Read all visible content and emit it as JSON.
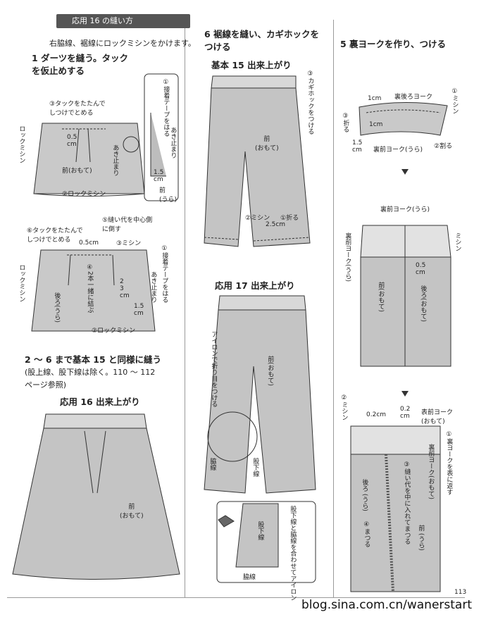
{
  "col1": {
    "tag": "応用 16 の縫い方",
    "intro": "右脇線、裾線にロックミシンをかけます。",
    "step1_line1": "1 ダーツを縫う。タック",
    "step1_line2": "を仮止めする",
    "fig1": {
      "tuck_note": "③タックをたたんで\nしつけでとめる",
      "lock": "ロックミシン",
      "dim": "0.5\ncm",
      "front": "前(おもて)",
      "akidome": "あき止まり",
      "lock2": "②ロックミシン",
      "tape": "①接着テープをはる",
      "akidome2": "あき止まり",
      "dim2": "1.5\ncm",
      "front_ura": "前\n(うら)"
    },
    "fig2": {
      "tuck_note": "⑥タックをたたんで\nしつけでとめる",
      "seam_note": "⑤縫い代を中心側\nに倒す",
      "dim1": "0.5cm",
      "mishin": "③ミシン",
      "lock": "ロックミシン",
      "both_ends": "④2本一緒に結ぶ",
      "dim2": "2\n3\ncm",
      "back": "後ろ(うら)",
      "tape": "①接着テープをはる",
      "akidome": "あき止まり",
      "dim3": "1.5\ncm",
      "lock2": "②ロックミシン"
    },
    "para2_line1": "2 ～ 6 まで基本 15 と同様に縫う",
    "para2_line2": "(股上線、股下線は除く。110 ～ 112",
    "para2_line3": "ページ参照)",
    "finished_title": "応用 16 出来上がり",
    "finished_front": "前\n(おもて)"
  },
  "col2": {
    "step6_line1": "6 裾線を縫い、カギホックを",
    "step6_line2": "つける",
    "basic_title": "基本 15 出来上がり",
    "hook": "③カギホックをつける",
    "front": "前\n(おもて)",
    "mishin": "②ミシン",
    "fold": "①折る",
    "dim": "2.5cm",
    "app17_title": "応用 17 出来上がり",
    "iron": "アイロンで折り目をつける",
    "front2": "前(おもて)",
    "side": "脇線",
    "inseam": "股下線",
    "inset_inseam": "股下線",
    "inset_note": "股下線と脇線を合わせてアイロン",
    "inset_side": "脇線"
  },
  "col3": {
    "step5": "5 裏ヨークを作り、つける",
    "fig1": {
      "cm1": "1cm",
      "back_yoke": "裏後ろヨーク",
      "mishin": "①ミシン",
      "fold": "③折る",
      "cm2": "1cm",
      "dim": "1.5\ncm",
      "front_yoke": "裏前ヨーク(うら)",
      "split": "②割る"
    },
    "fig2": {
      "front_yoke": "裏前ヨーク(うら)",
      "back_yoke": "裏前ヨーク(うら)",
      "mishin": "ミシン",
      "dim": "0.5\ncm",
      "front": "前(おもて)",
      "back": "後ろ(おもて)"
    },
    "fig3": {
      "mishin": "②ミシン",
      "dim1": "0.2cm",
      "dim2": "0.2\ncm",
      "front_yoke": "表前ヨーク\n(おもて)",
      "turn": "①裏ヨークを表に返す",
      "front_yoke_ura": "裏前ヨーク(おもて)",
      "seam": "③縫い代を中に入れてまつる",
      "back": "後ろ\n(うら)",
      "matsuru": "④まつる",
      "front": "前\n(うら)"
    }
  },
  "footer": {
    "page": "113",
    "watermark": "blog.sina.com.cn/wanerstart"
  }
}
